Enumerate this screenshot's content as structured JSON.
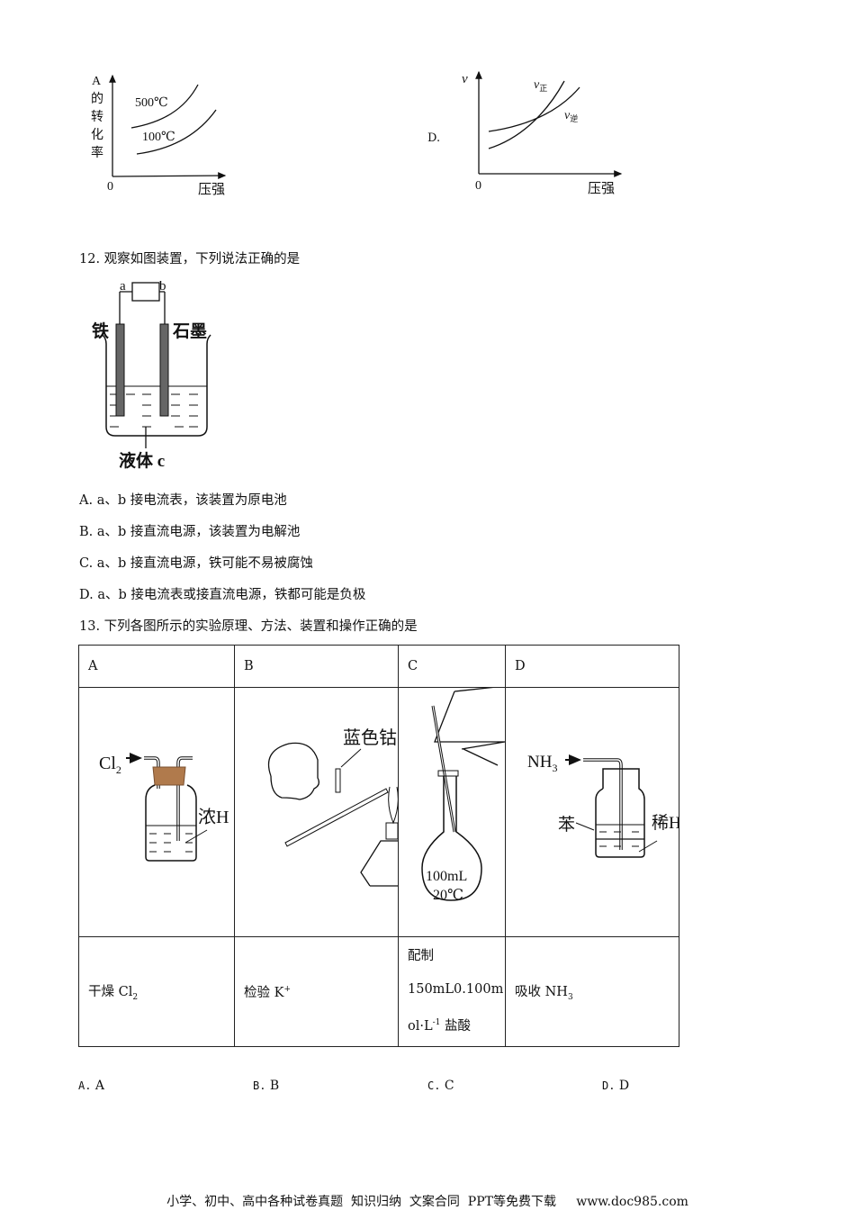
{
  "q11_graphs": {
    "graph_c": {
      "y_axis_label": [
        "A",
        "的",
        "转",
        "化",
        "率"
      ],
      "x_axis_label": "压强",
      "origin": "0",
      "curve_labels": [
        "500℃",
        "100℃"
      ]
    },
    "graph_d": {
      "option_label": "D.",
      "y_axis_label": "v",
      "x_axis_label": "压强",
      "origin": "0",
      "curve_forward": "v",
      "curve_forward_sub": "正",
      "curve_reverse": "v",
      "curve_reverse_sub": "逆"
    }
  },
  "q12": {
    "stem": "12. 观察如图装置，下列说法正确的是",
    "figure": {
      "terminal_a": "a",
      "terminal_b": "b",
      "left_electrode": "铁",
      "right_electrode": "石墨",
      "liquid": "液体 c"
    },
    "options": [
      "A. a、b 接电流表，该装置为原电池",
      "B. a、b 接直流电源，该装置为电解池",
      "C. a、b 接直流电源，铁可能不易被腐蚀",
      "D. a、b 接电流表或接直流电源，铁都可能是负极"
    ]
  },
  "q13": {
    "stem": "13. 下列各图所示的实验原理、方法、装置和操作正确的是",
    "headers": [
      "A",
      "B",
      "C",
      "D"
    ],
    "figures": {
      "A": {
        "gas": "Cl",
        "gas_sub": "2",
        "liquid": "浓H"
      },
      "B": {
        "label": "蓝色钴"
      },
      "C": {
        "volume": "100mL",
        "temp": "20℃"
      },
      "D": {
        "gas": "NH",
        "gas_sub": "3",
        "upper": "苯",
        "lower": "稀H"
      }
    },
    "descriptions": {
      "A": {
        "text": "干燥 Cl",
        "sub": "2"
      },
      "B": {
        "text": "检验 K",
        "sup": "+"
      },
      "C": {
        "line1": "配制",
        "line2": "150mL0.100m",
        "line3a": "ol·L",
        "line3sup": "-1",
        "line3b": " 盐酸"
      },
      "D": {
        "text": "吸收 NH",
        "sub": "3"
      }
    },
    "answers": [
      {
        "key": "A.",
        "val": "A"
      },
      {
        "key": "B.",
        "val": "B"
      },
      {
        "key": "C.",
        "val": "C"
      },
      {
        "key": "D.",
        "val": "D"
      }
    ]
  },
  "footer": "小学、初中、高中各种试卷真题  知识归纳  文案合同  PPT等免费下载     www.doc985.com",
  "colors": {
    "stopper": "#b07a4c",
    "electrode": "#666666"
  }
}
